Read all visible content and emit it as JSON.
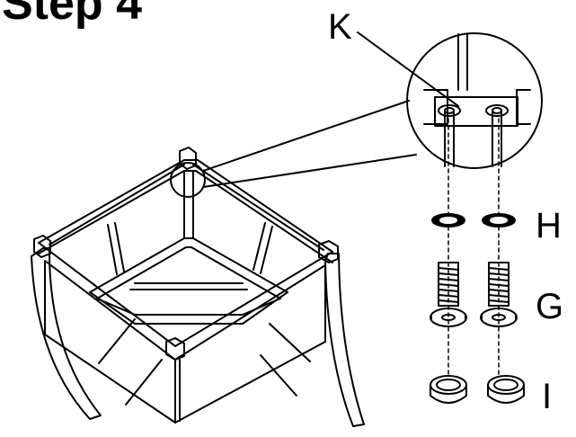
{
  "title": "Step 4",
  "parts": {
    "k": "K",
    "h": "H",
    "g": "G",
    "i": "I"
  }
}
